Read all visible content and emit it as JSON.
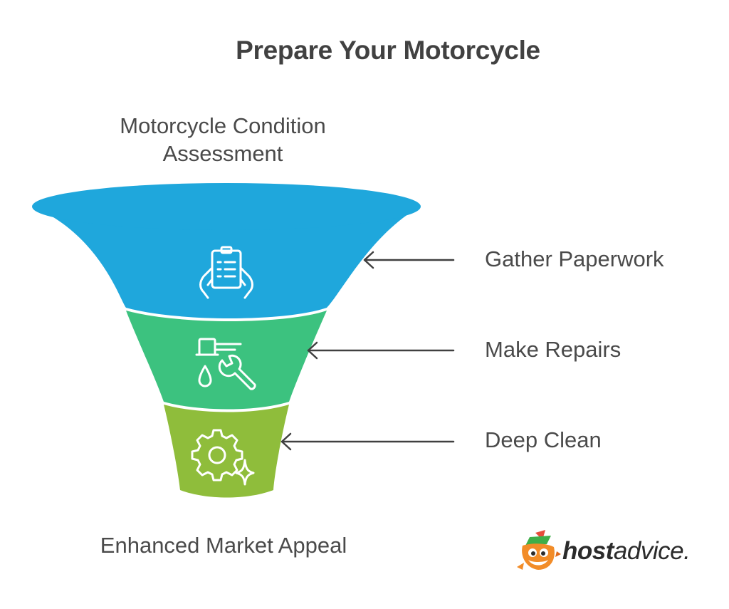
{
  "title": "Prepare Your Motorcycle",
  "top_label_lines": [
    "Motorcycle Condition",
    "Assessment"
  ],
  "bottom_label": "Enhanced Market Appeal",
  "stages": [
    {
      "label": "Gather Paperwork",
      "color": "#1fa7dc",
      "icon": "clipboard-hands-icon"
    },
    {
      "label": "Make Repairs",
      "color": "#3cc27f",
      "icon": "wrench-drop-icon"
    },
    {
      "label": "Deep Clean",
      "color": "#8fbd3b",
      "icon": "gear-sparkle-icon"
    }
  ],
  "brand": {
    "bold": "host",
    "regular": "advice.",
    "icon": "fox-mascot-icon"
  }
}
